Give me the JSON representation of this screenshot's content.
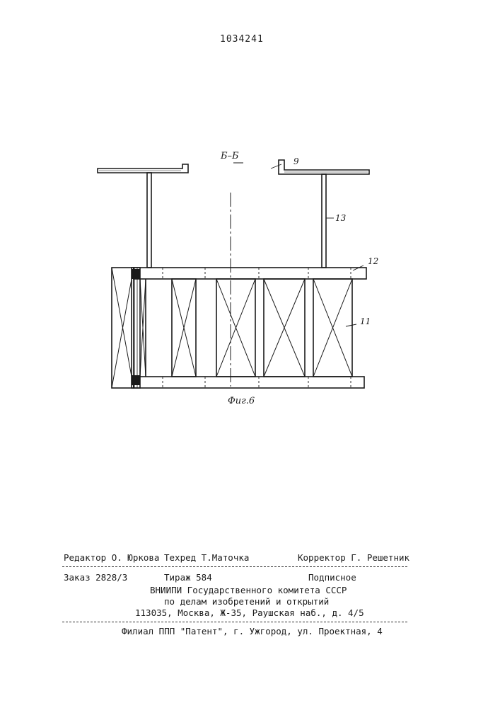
{
  "patent_number": "1034241",
  "figure": {
    "section_label": "Б–Б",
    "caption": "Фиг.6",
    "callouts": [
      "9",
      "13",
      "12",
      "11"
    ]
  },
  "imprint": {
    "editor": "Редактор О. Юркова",
    "techred": "Техред Т.Маточка",
    "corrector": "Корректор Г. Решетник",
    "order": "Заказ 2828/3",
    "circulation": "Тираж 584",
    "subscription": "Подписное",
    "org_line1": "ВНИИПИ Государственного комитета СССР",
    "org_line2": "по делам изобретений и открытий",
    "org_address": "113035, Москва, Ж-35, Раушская наб., д. 4/5",
    "branch": "Филиал ППП \"Патент\", г. Ужгород, ул. Проектная, 4"
  }
}
